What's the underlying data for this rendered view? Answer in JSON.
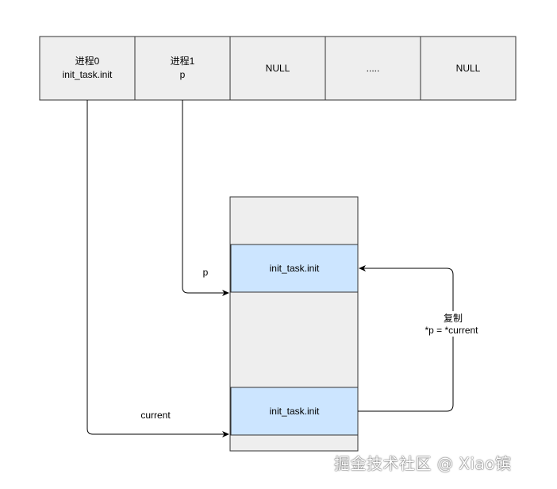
{
  "task_array": {
    "cells": [
      {
        "lines": [
          "进程0",
          "init_task.init"
        ]
      },
      {
        "lines": [
          "进程1",
          "p"
        ]
      },
      {
        "lines": [
          "NULL"
        ]
      },
      {
        "lines": [
          "....."
        ]
      },
      {
        "lines": [
          "NULL"
        ]
      }
    ]
  },
  "memory": {
    "upper_block": "init_task.init",
    "lower_block": "init_task.init"
  },
  "edges": {
    "p_label": "p",
    "current_label": "current",
    "copy_label_line1": "复制",
    "copy_label_line2": "*p = *current"
  },
  "watermark": "掘金技术社区 @ Xiao镔",
  "colors": {
    "cell_fill": "#eeeeee",
    "block_fill": "#cce5ff",
    "stroke": "#333333",
    "line": "#000000"
  }
}
